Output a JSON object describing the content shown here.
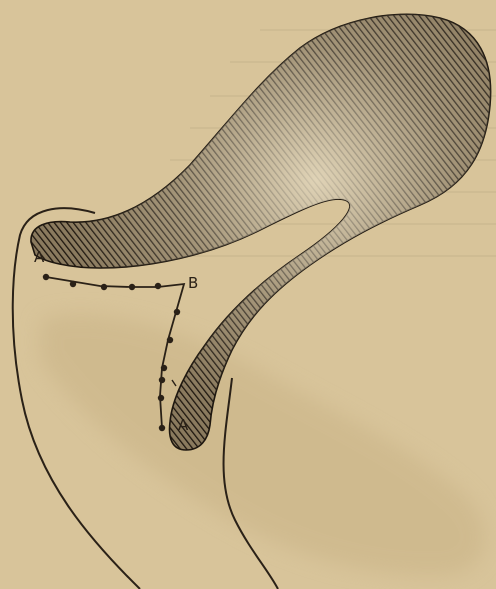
{
  "colors": {
    "paper": "#d8c49a",
    "paper_shade": "#c9b386",
    "ink": "#2a2117",
    "hatch": "#3a2e20",
    "highlight": "#efe3c6"
  },
  "labels": {
    "a_upper": "A",
    "b": "B",
    "a_lower": "A"
  },
  "suture": {
    "style": "dotted-line-with-beads"
  }
}
